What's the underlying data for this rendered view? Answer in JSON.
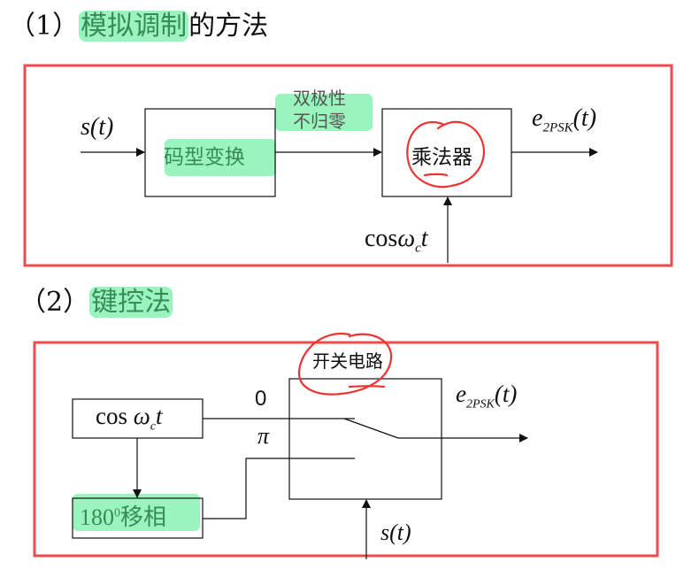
{
  "section1": {
    "number": "（1）",
    "title_highlight": "模拟调制",
    "title_rest": "的方法",
    "input_label": "s(t)",
    "encoder_block": "码型变换",
    "intermediate_label_line1": "双极性",
    "intermediate_label_line2": "不归零",
    "multiplier_block": "乘法器",
    "output_label": "e",
    "output_sub": "2PSK",
    "output_arg": "(t)",
    "carrier_label": "cos",
    "carrier_omega": "ω",
    "carrier_sub": "c",
    "carrier_t": "t"
  },
  "section2": {
    "number": "（2）",
    "title_highlight": "键控法",
    "carrier_block_cos": "cos ",
    "carrier_block_omega": "ω",
    "carrier_block_sub": "c",
    "carrier_block_t": "t",
    "phase_shift_block": "180",
    "phase_shift_sup": "0",
    "phase_shift_text": "移相",
    "switch_label": "开关电路",
    "input_zero_label": "0",
    "input_pi_label": "π",
    "output_label": "e",
    "output_sub": "2PSK",
    "output_arg": "(t)",
    "control_label": "s(t)"
  },
  "colors": {
    "highlight_bg": "#99f5bd",
    "highlight_text": "#3a8a55",
    "frame_red": "#f04a4a",
    "line": "#111111"
  }
}
